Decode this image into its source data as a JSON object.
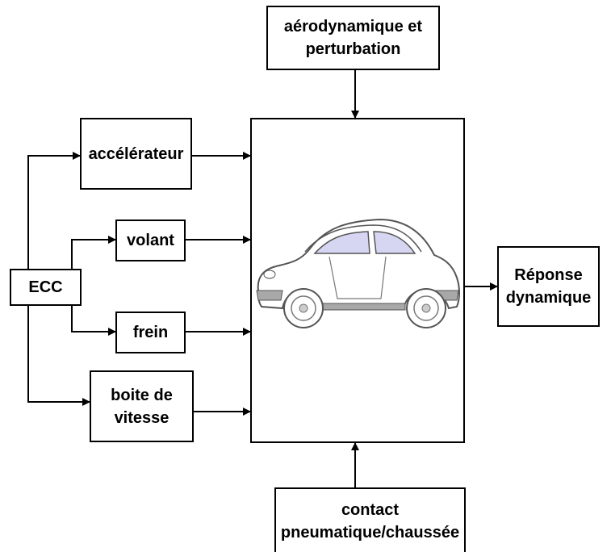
{
  "diagram": {
    "nodes": {
      "aero": {
        "label": "aérodynamique et\nperturbation"
      },
      "accel": {
        "label": "accélérateur"
      },
      "volant": {
        "label": "volant"
      },
      "ecc": {
        "label": "ECC"
      },
      "frein": {
        "label": "frein"
      },
      "boite": {
        "label": "boite de\nvitesse"
      },
      "vehicle": {
        "label": ""
      },
      "reponse": {
        "label": "Réponse\ndynamique"
      },
      "contact": {
        "label": "contact\npneumatique/chaussée"
      }
    },
    "edges": [
      {
        "from": "ecc",
        "to": "accel"
      },
      {
        "from": "ecc",
        "to": "volant"
      },
      {
        "from": "ecc",
        "to": "frein"
      },
      {
        "from": "ecc",
        "to": "boite"
      },
      {
        "from": "accel",
        "to": "vehicle"
      },
      {
        "from": "volant",
        "to": "vehicle"
      },
      {
        "from": "frein",
        "to": "vehicle"
      },
      {
        "from": "boite",
        "to": "vehicle"
      },
      {
        "from": "aero",
        "to": "vehicle"
      },
      {
        "from": "contact",
        "to": "vehicle"
      },
      {
        "from": "vehicle",
        "to": "reponse"
      }
    ],
    "colors": {
      "line": "#000000",
      "car_window": "#d6d6f2",
      "car_trim": "#a8a8a8",
      "car_outline": "#555555"
    }
  }
}
